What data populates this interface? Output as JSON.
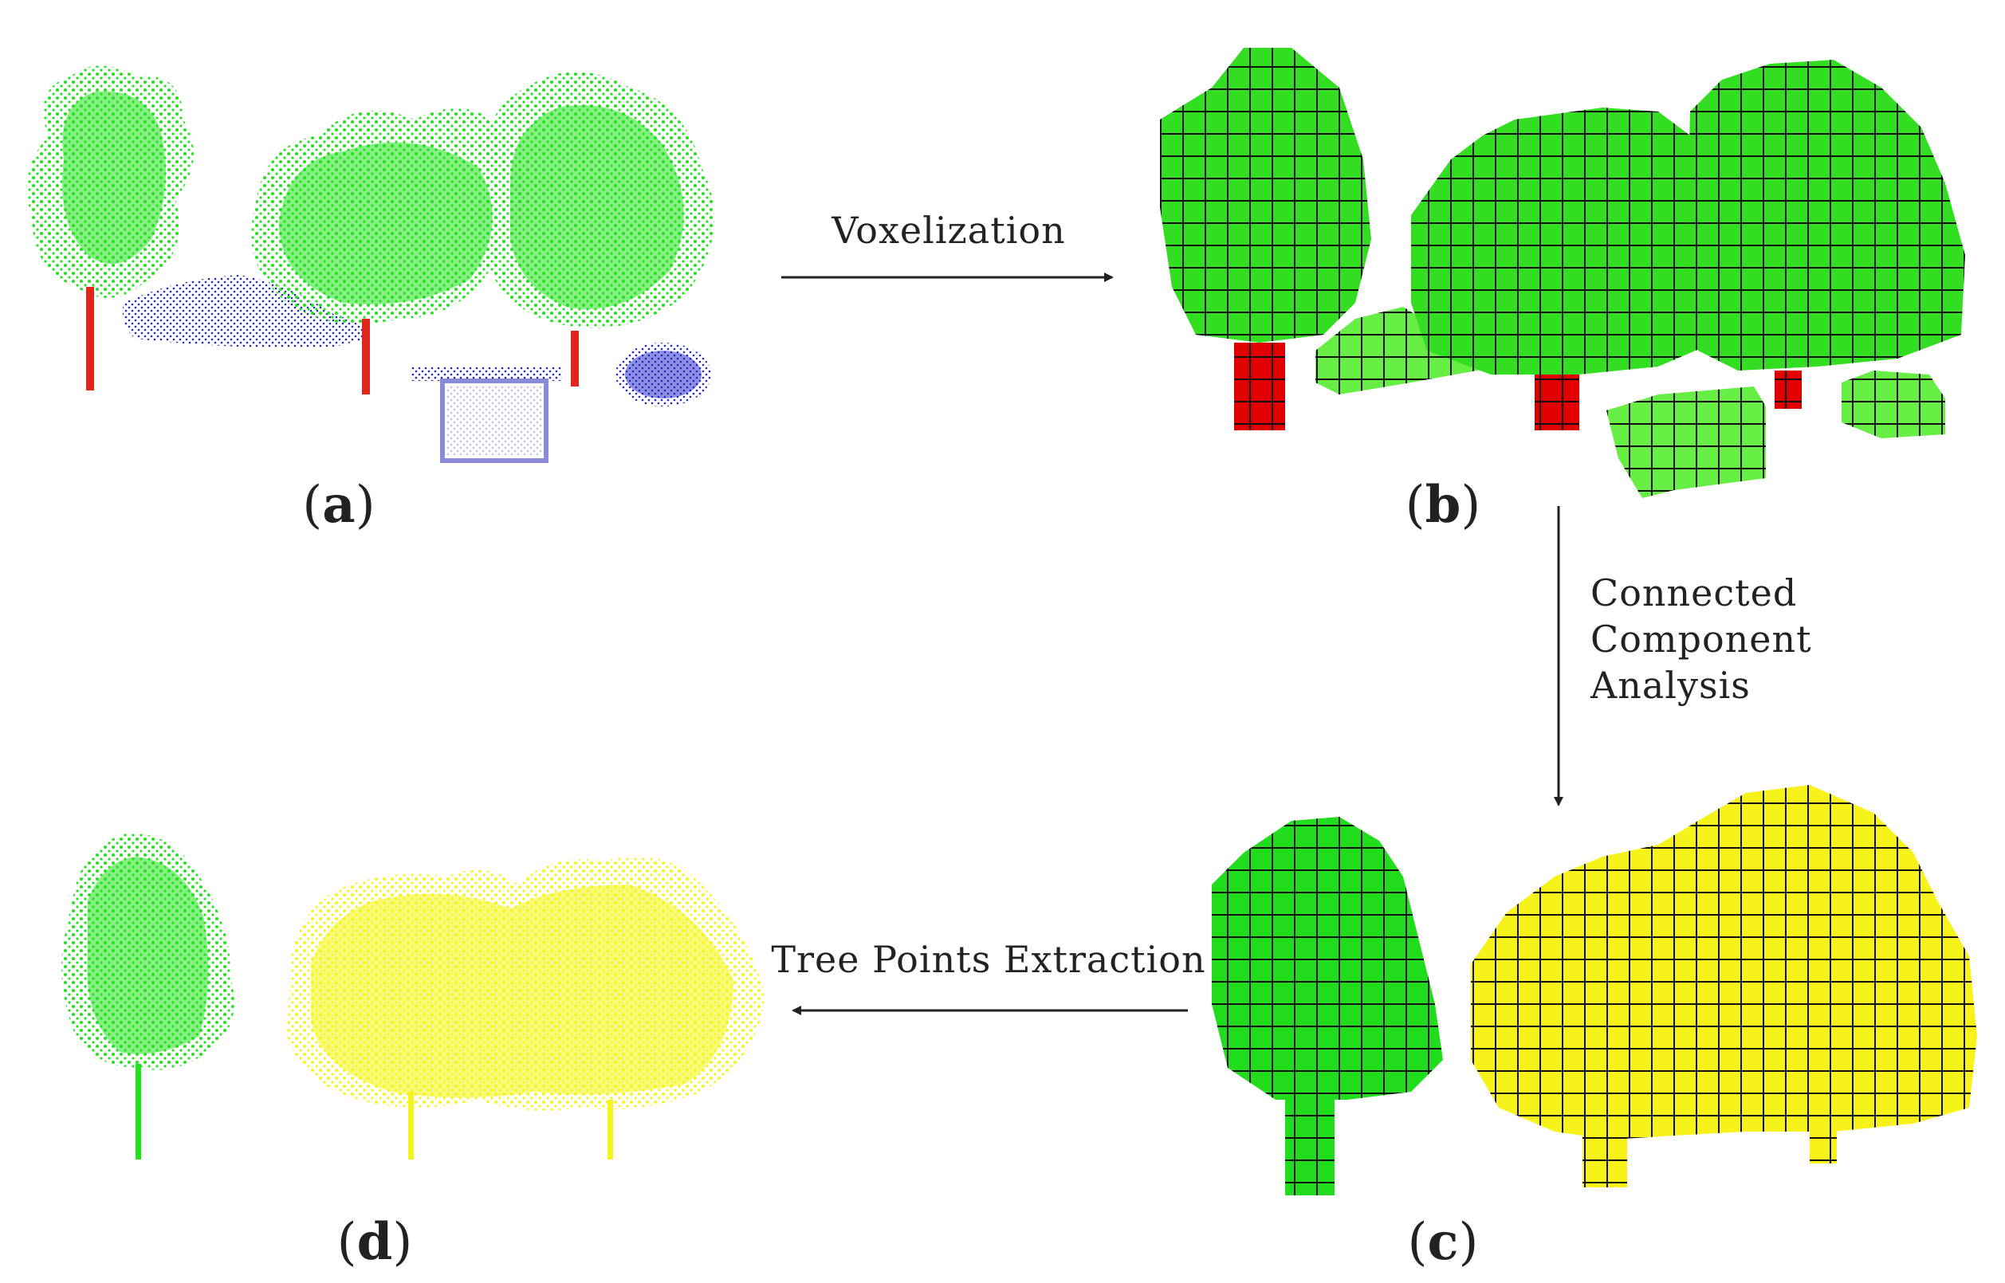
{
  "panels": {
    "a": {
      "letter": "a"
    },
    "b": {
      "letter": "b"
    },
    "c": {
      "letter": "c"
    },
    "d": {
      "letter": "d"
    }
  },
  "steps": {
    "voxelization": "Voxelization",
    "cca_line1": "Connected",
    "cca_line2": "Component",
    "cca_line3": "Analysis",
    "extraction": "Tree Points Extraction"
  },
  "colors": {
    "tree_green": "#22e11e",
    "trunk_red": "#e1261e",
    "object_blue": "#2222c8",
    "highlight_yellow": "#f5f51e",
    "voxel_green": "#33dd22",
    "voxel_red": "#e00000",
    "voxel_yellow": "#f6f21a",
    "arrow": "#222222"
  }
}
